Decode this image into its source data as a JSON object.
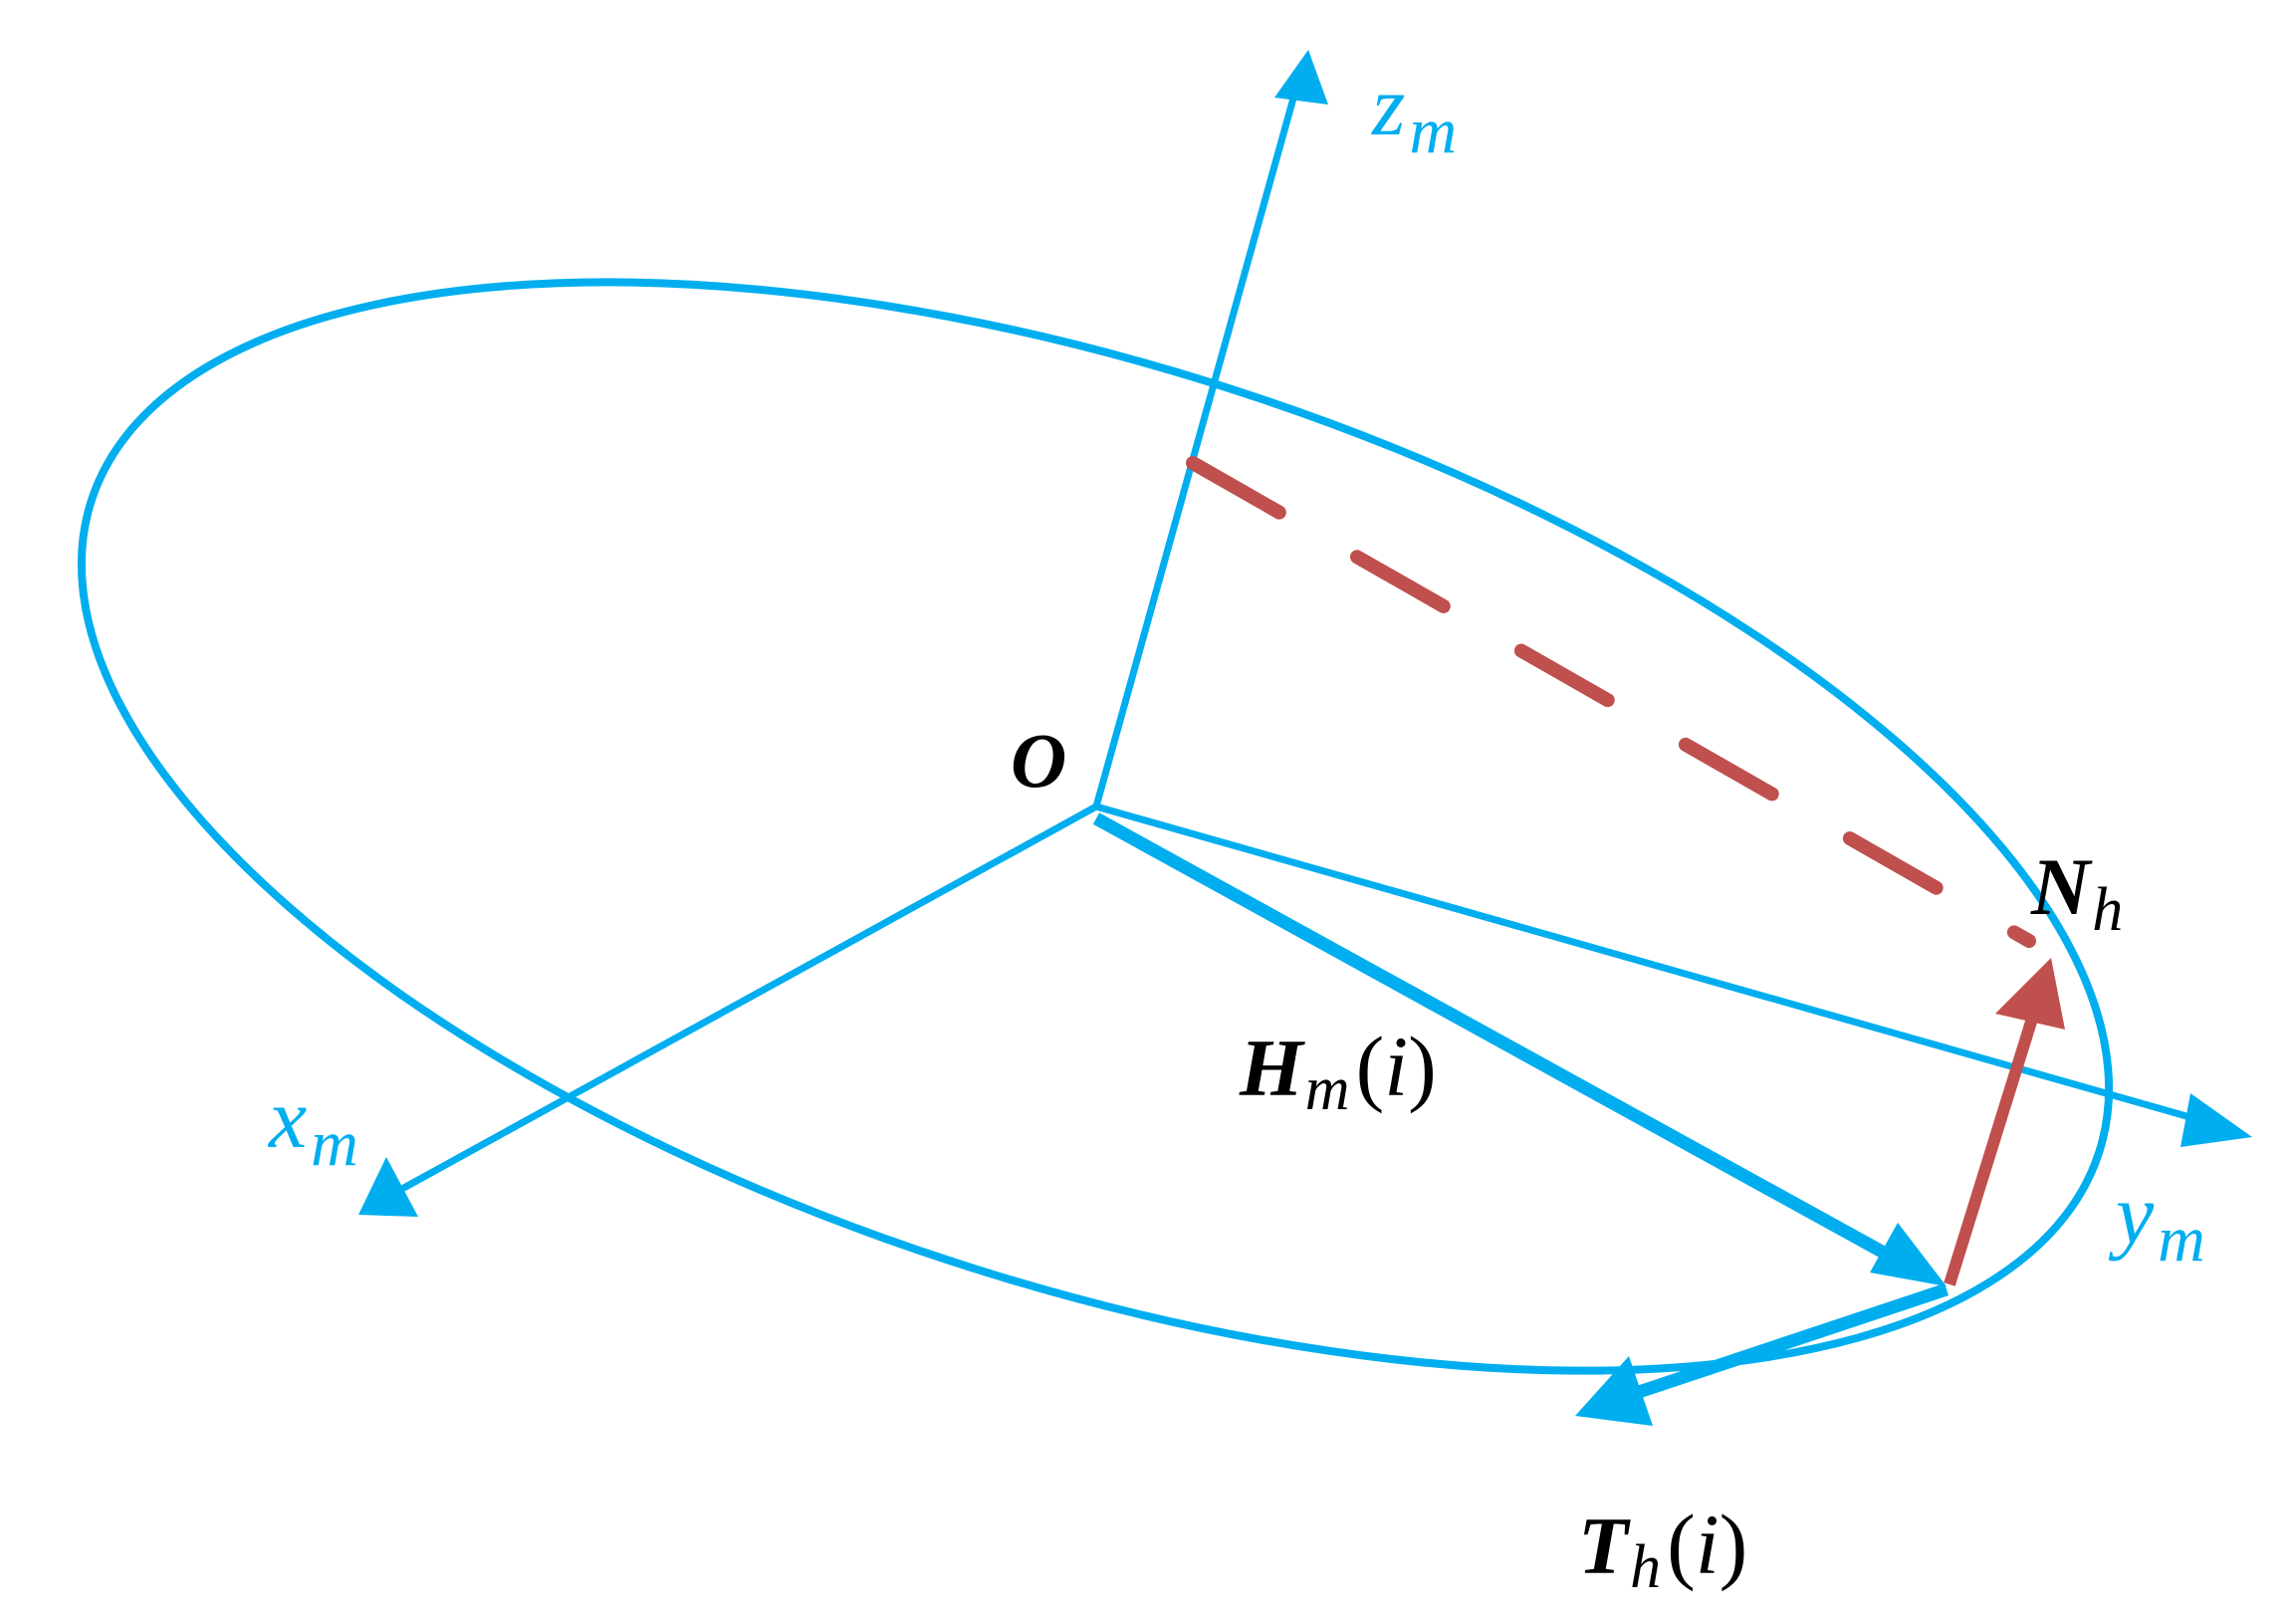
{
  "colors": {
    "axis": "#00aeef",
    "normal": "#c0504d",
    "text": "#000000",
    "background": "#ffffff"
  },
  "labels": {
    "origin": "O",
    "z_axis": {
      "main": "z",
      "sub": "m"
    },
    "x_axis": {
      "main": "x",
      "sub": "m"
    },
    "y_axis": {
      "main": "y",
      "sub": "m"
    },
    "h_vector": {
      "main": "H",
      "sub": "m",
      "arg": "i"
    },
    "t_vector": {
      "main": "T",
      "sub": "h",
      "arg": "i"
    },
    "n_vector": {
      "main": "N",
      "sub": "h"
    }
  }
}
